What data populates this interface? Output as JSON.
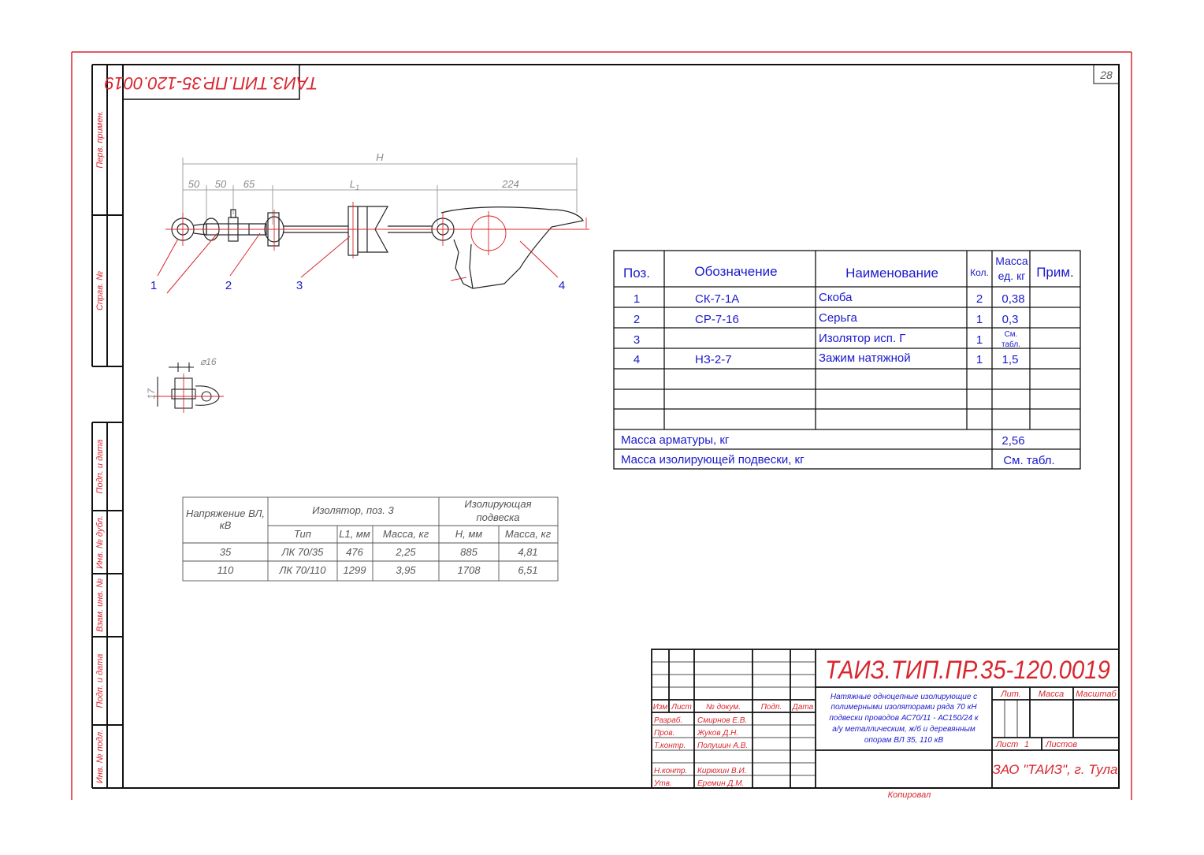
{
  "page_number": "28",
  "designation_top": "ТАИЗ.ТИП.ПР.35-120.0019",
  "side_labels": [
    "Перв. примен.",
    "Справ. №",
    "Подп. и дата",
    "Инв. № дубл.",
    "Взам. инв. №",
    "Подп. и дата",
    "Инв. № подл."
  ],
  "drawing": {
    "dim_h": "H",
    "dim_l1": "L",
    "dim_l1_sub": "1",
    "dims": [
      "50",
      "50",
      "65",
      "224"
    ],
    "callouts": [
      "1",
      "2",
      "3",
      "4"
    ],
    "detail_dia": "⌀16",
    "detail_h": "17"
  },
  "spec_table": {
    "headers": [
      "Поз.",
      "Обозначение",
      "Наименование",
      "Кол.",
      "Масса ед. кг",
      "Прим."
    ],
    "header_mass_1": "Масса",
    "header_mass_2": "ед. кг",
    "rows": [
      [
        "1",
        "СК-7-1А",
        "Скоба",
        "2",
        "0,38",
        ""
      ],
      [
        "2",
        "СР-7-16",
        "Серьга",
        "1",
        "0,3",
        ""
      ],
      [
        "3",
        "",
        "Изолятор исп. Г",
        "1",
        "См. табл.",
        ""
      ],
      [
        "4",
        "НЗ-2-7",
        "Зажим натяжной",
        "1",
        "1,5",
        ""
      ]
    ],
    "row3_mass_1": "См.",
    "row3_mass_2": "табл.",
    "footer": [
      {
        "label": "Масса арматуры, кг",
        "value": "2,56"
      },
      {
        "label": "Масса изолирующей подвески, кг",
        "value": "См. табл."
      }
    ]
  },
  "voltage_table": {
    "h_voltage_1": "Напряжение ВЛ,",
    "h_voltage_2": "кВ",
    "h_insulator": "Изолятор, поз. 3",
    "h_suspension_1": "Изолирующая",
    "h_suspension_2": "подвеска",
    "sub_headers": [
      "Тип",
      "L1, мм",
      "Масса, кг",
      "Н, мм",
      "Масса, кг"
    ],
    "rows": [
      [
        "35",
        "ЛК 70/35",
        "476",
        "2,25",
        "885",
        "4,81"
      ],
      [
        "110",
        "ЛК 70/110",
        "1299",
        "3,95",
        "1708",
        "6,51"
      ]
    ]
  },
  "title_block": {
    "designation": "ТАИЗ.ТИП.ПР.35-120.0019",
    "col_headers": [
      "Изм",
      "Лист",
      "№ докум.",
      "Подп.",
      "Дата"
    ],
    "roles": [
      {
        "role": "Разраб.",
        "name": "Смирнов Е.В."
      },
      {
        "role": "Пров.",
        "name": "Жуков Д.Н."
      },
      {
        "role": "Т.контр.",
        "name": "Полушин А.В."
      },
      {
        "role": "",
        "name": ""
      },
      {
        "role": "Н.контр.",
        "name": "Кирюхин В.И."
      },
      {
        "role": "Утв.",
        "name": "Еремин Д.М."
      }
    ],
    "title_lines": [
      "Натяжные одноцепные изолирующие с",
      "полимерными изоляторами ряда 70 кН",
      "подвески проводов АС70/11 - АС150/24 к",
      "а/у металлическим, ж/б и деревянным",
      "опорам ВЛ 35, 110 кВ"
    ],
    "lit": "Лит.",
    "mass": "Масса",
    "scale": "Масштаб",
    "sheet": "Лист",
    "sheet_num": "1",
    "sheets": "Листов",
    "company": "ЗАО \"ТАИЗ\", г. Тула"
  },
  "copied": "Копировал",
  "colors": {
    "red": "#d9262e",
    "blue": "#1a1acc",
    "black": "#111111",
    "gray": "#555555"
  }
}
